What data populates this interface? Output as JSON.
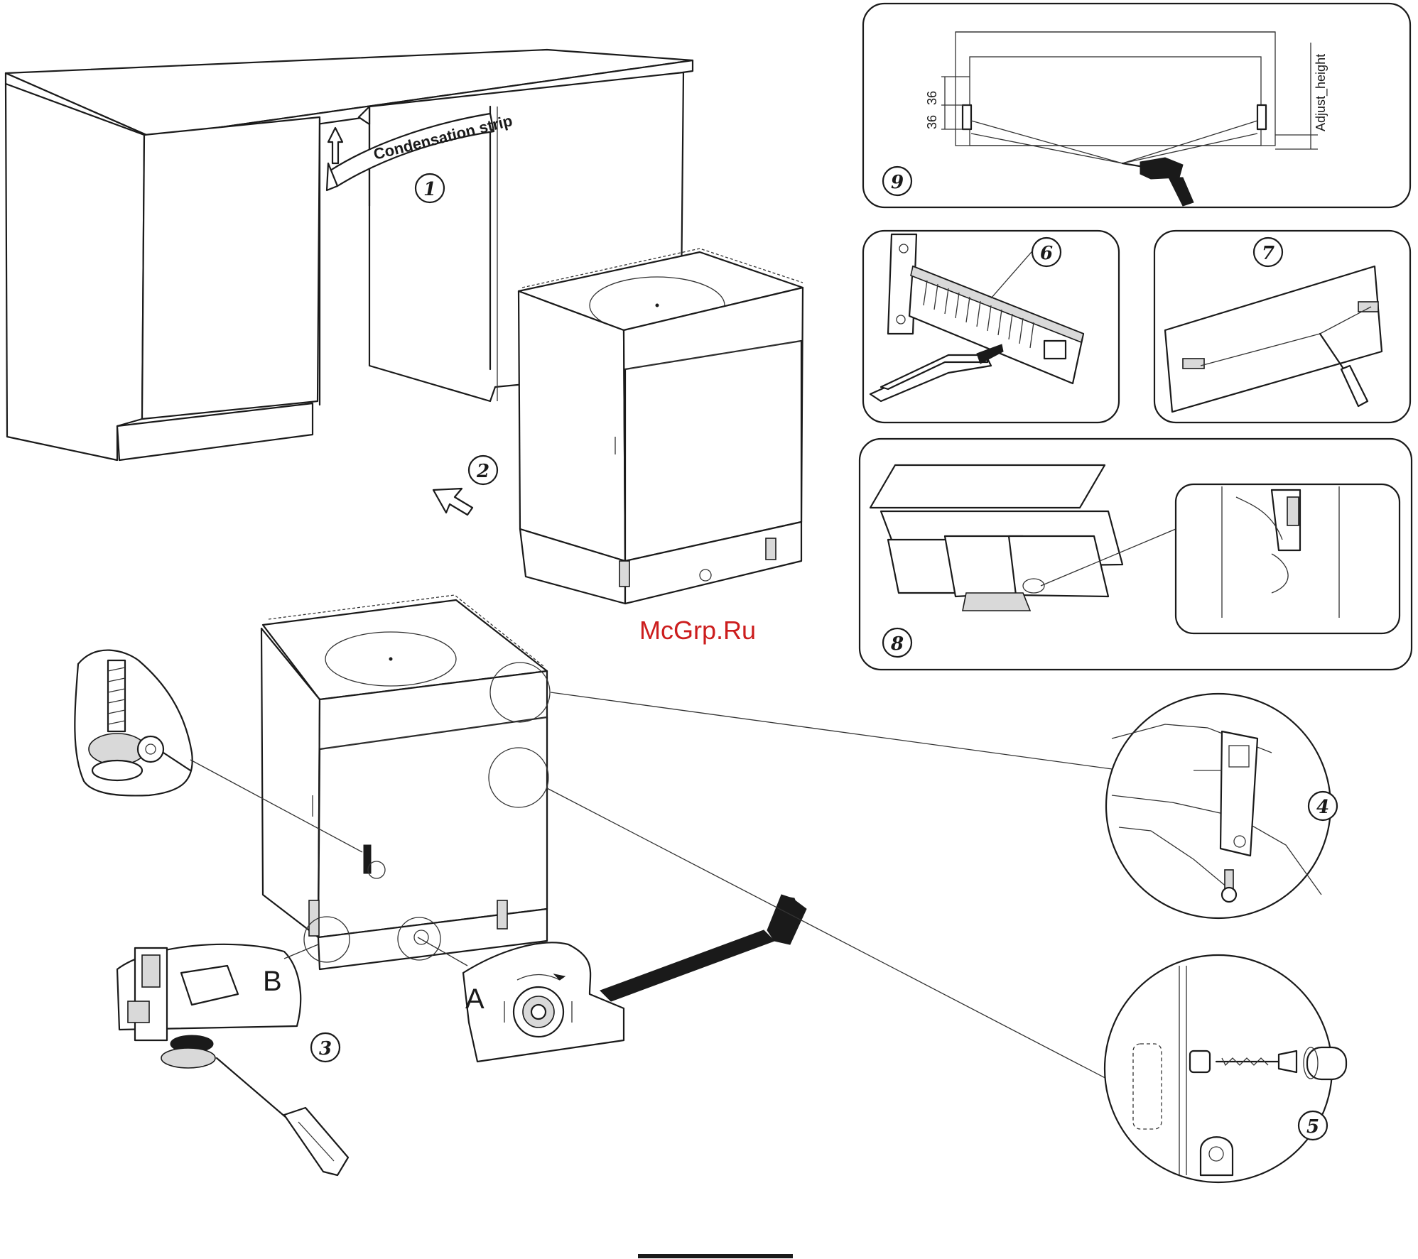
{
  "labels": {
    "condensation_strip": "Condensation strip",
    "dim_top": "36",
    "dim_bottom": "36",
    "adjust_height": "Adjust_height",
    "callout_a": "A",
    "callout_b": "B",
    "watermark": "McGrp.Ru"
  },
  "steps": [
    "1",
    "2",
    "3",
    "4",
    "5",
    "6",
    "7",
    "8",
    "9"
  ],
  "icons": [
    "drill-icon",
    "pliers-icon",
    "screwdriver-icon",
    "allen-key-icon",
    "arrow-icon"
  ],
  "colors": {
    "line": "#1a1a1a",
    "watermark": "#cc1d1d",
    "background": "#ffffff"
  }
}
